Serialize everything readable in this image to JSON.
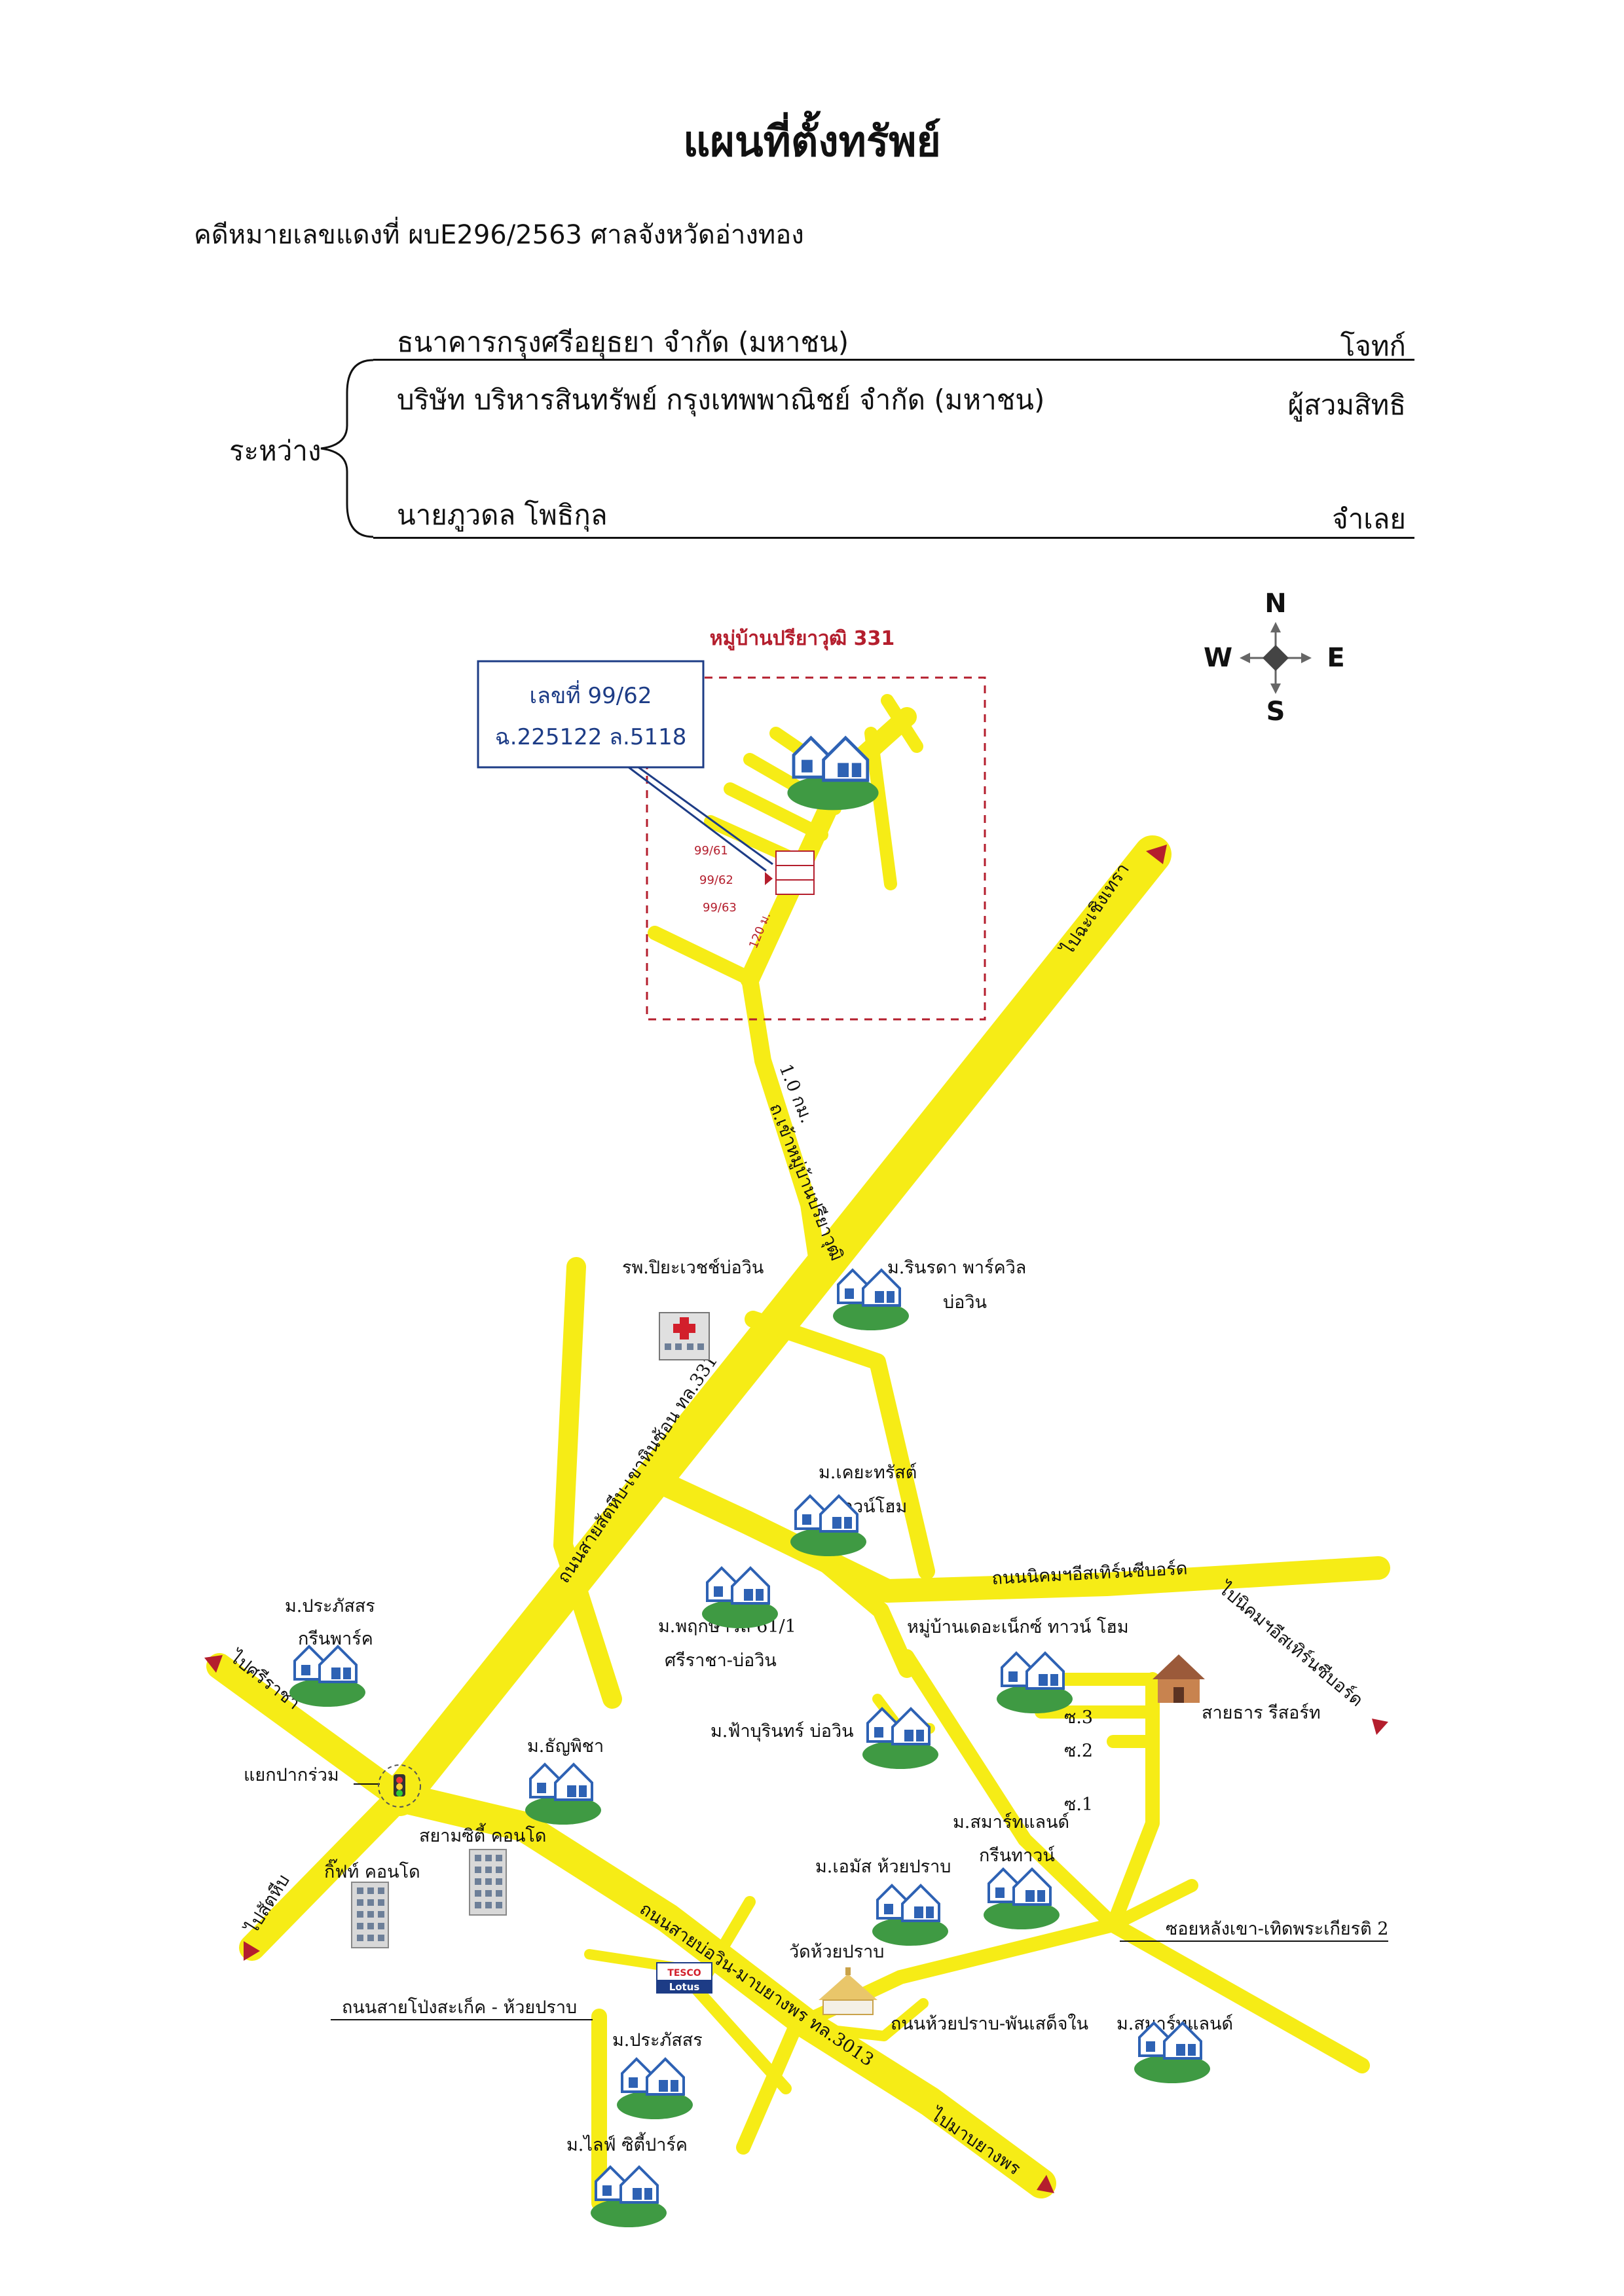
{
  "document": {
    "title": "แผนที่ตั้งทรัพย์",
    "case_line": "คดีหมายเลขแดงที่ ผบE296/2563 ศาลจังหวัดอ่างทอง",
    "between_label": "ระหว่าง",
    "parties": [
      {
        "name": "ธนาคารกรุงศรีอยุธยา จำกัด (มหาชน)",
        "role": "โจทก์"
      },
      {
        "name": "บริษัท บริหารสินทรัพย์ กรุงเทพพาณิชย์ จำกัด (มหาชน)",
        "role": "ผู้สวมสิทธิ"
      },
      {
        "name": "นายภูวดล โพธิกุล",
        "role": "จำเลย"
      }
    ]
  },
  "map": {
    "compass": {
      "n": "N",
      "s": "S",
      "e": "E",
      "w": "W"
    },
    "village_title": "หมู่บ้านปรียาวุฒิ 331",
    "callout": {
      "line1": "เลขที่ 99/62",
      "line2": "ฉ.225122 ล.5118"
    },
    "plot_labels": [
      "99/61",
      "99/62",
      "99/63"
    ],
    "colors": {
      "road": "#f6ec16",
      "red": "#b41e2d",
      "blue": "#1d3c86",
      "house_green": "#3f9a43",
      "house_blue": "#2e62b4"
    },
    "icons": [
      "compass-icon",
      "house-icon",
      "hospital-icon",
      "condo-icon",
      "traffic-light-icon",
      "temple-icon",
      "resort-icon",
      "store-icon"
    ],
    "labels": {
      "hospital": "รพ.ปิยะเวชช์บ่อวิน",
      "rinrada_1": "ม.รินรดา พาร์ควิล",
      "rinrada_2": "บ่อวิน",
      "keys_1": "ม.เคยะทรัสต์",
      "keys_2": "ทาวน์โฮม",
      "prapassorn_green_1": "ม.ประภัสสร",
      "prapassorn_green_2": "กรีนพาร์ค",
      "pruksa_1": "ม.พฤกษาวิล 61/1",
      "pruksa_2": "ศรีราชา-บ่อวิน",
      "the_next": "หมู่บ้านเดอะเน็กซ์ ทาวน์ โฮม",
      "saitarn": "สายธาร รีสอร์ท",
      "fa_buri": "ม.ฟ้าบุรินทร์ บ่อวิน",
      "soi3": "ซ.3",
      "soi2": "ซ.2",
      "soi1": "ซ.1",
      "thanyapicha": "ม.ธัญพิชา",
      "junction": "แยกปากร่วม",
      "siam_city": "สยามซิตี้ คอนโด",
      "gift": "กิ๊ฟท์ คอนโด",
      "smart_green_1": "ม.สมาร์ทแลนด์",
      "smart_green_2": "กรีนทาวน์",
      "emus": "ม.เอมัส ห้วยปราบ",
      "soi_langkhao": "ซอยหลังเขา-เทิดพระเกียรติ 2",
      "wat": "วัดห้วยปราบ",
      "tesco_1": "TESCO",
      "tesco_2": "Lotus",
      "road_pong": "ถนนสายโป่งสะเก็ค - ห้วยปราบ",
      "prapassorn": "ม.ประภัสสร",
      "life_city": "ม.ไลฟ์ ซิตี้ปาร์ค",
      "road_huaiprab": "ถนนห้วยปราบ-พันเสด็จใน",
      "smart_land": "ม.สมาร์ทแลนด์",
      "road331": "ถนนสายสัตหีบ-เขาหินซ้อน ทล.331",
      "road3013": "ถนนสายบ่อวิน-มาบยางพร ทล.3013",
      "road_nikom": "ถนนนิคมฯอีสเทิร์นซีบอร์ด",
      "to_chachoengsao": "ไปฉะเชิงเทรา",
      "to_sriracha": "ไปศรีราชา",
      "to_sattahip": "ไปสัตหีบ",
      "to_eastern": "ไปนิคมฯอีสเทิร์นซีบอร์ด",
      "to_mabyangporn": "ไปมาบยางพร",
      "distance_village": "1.0 กม.",
      "distance_plot": "120 ม.",
      "village_road": "ถ.เข้าหมู่บ้านปรียาวุฒิ"
    }
  }
}
